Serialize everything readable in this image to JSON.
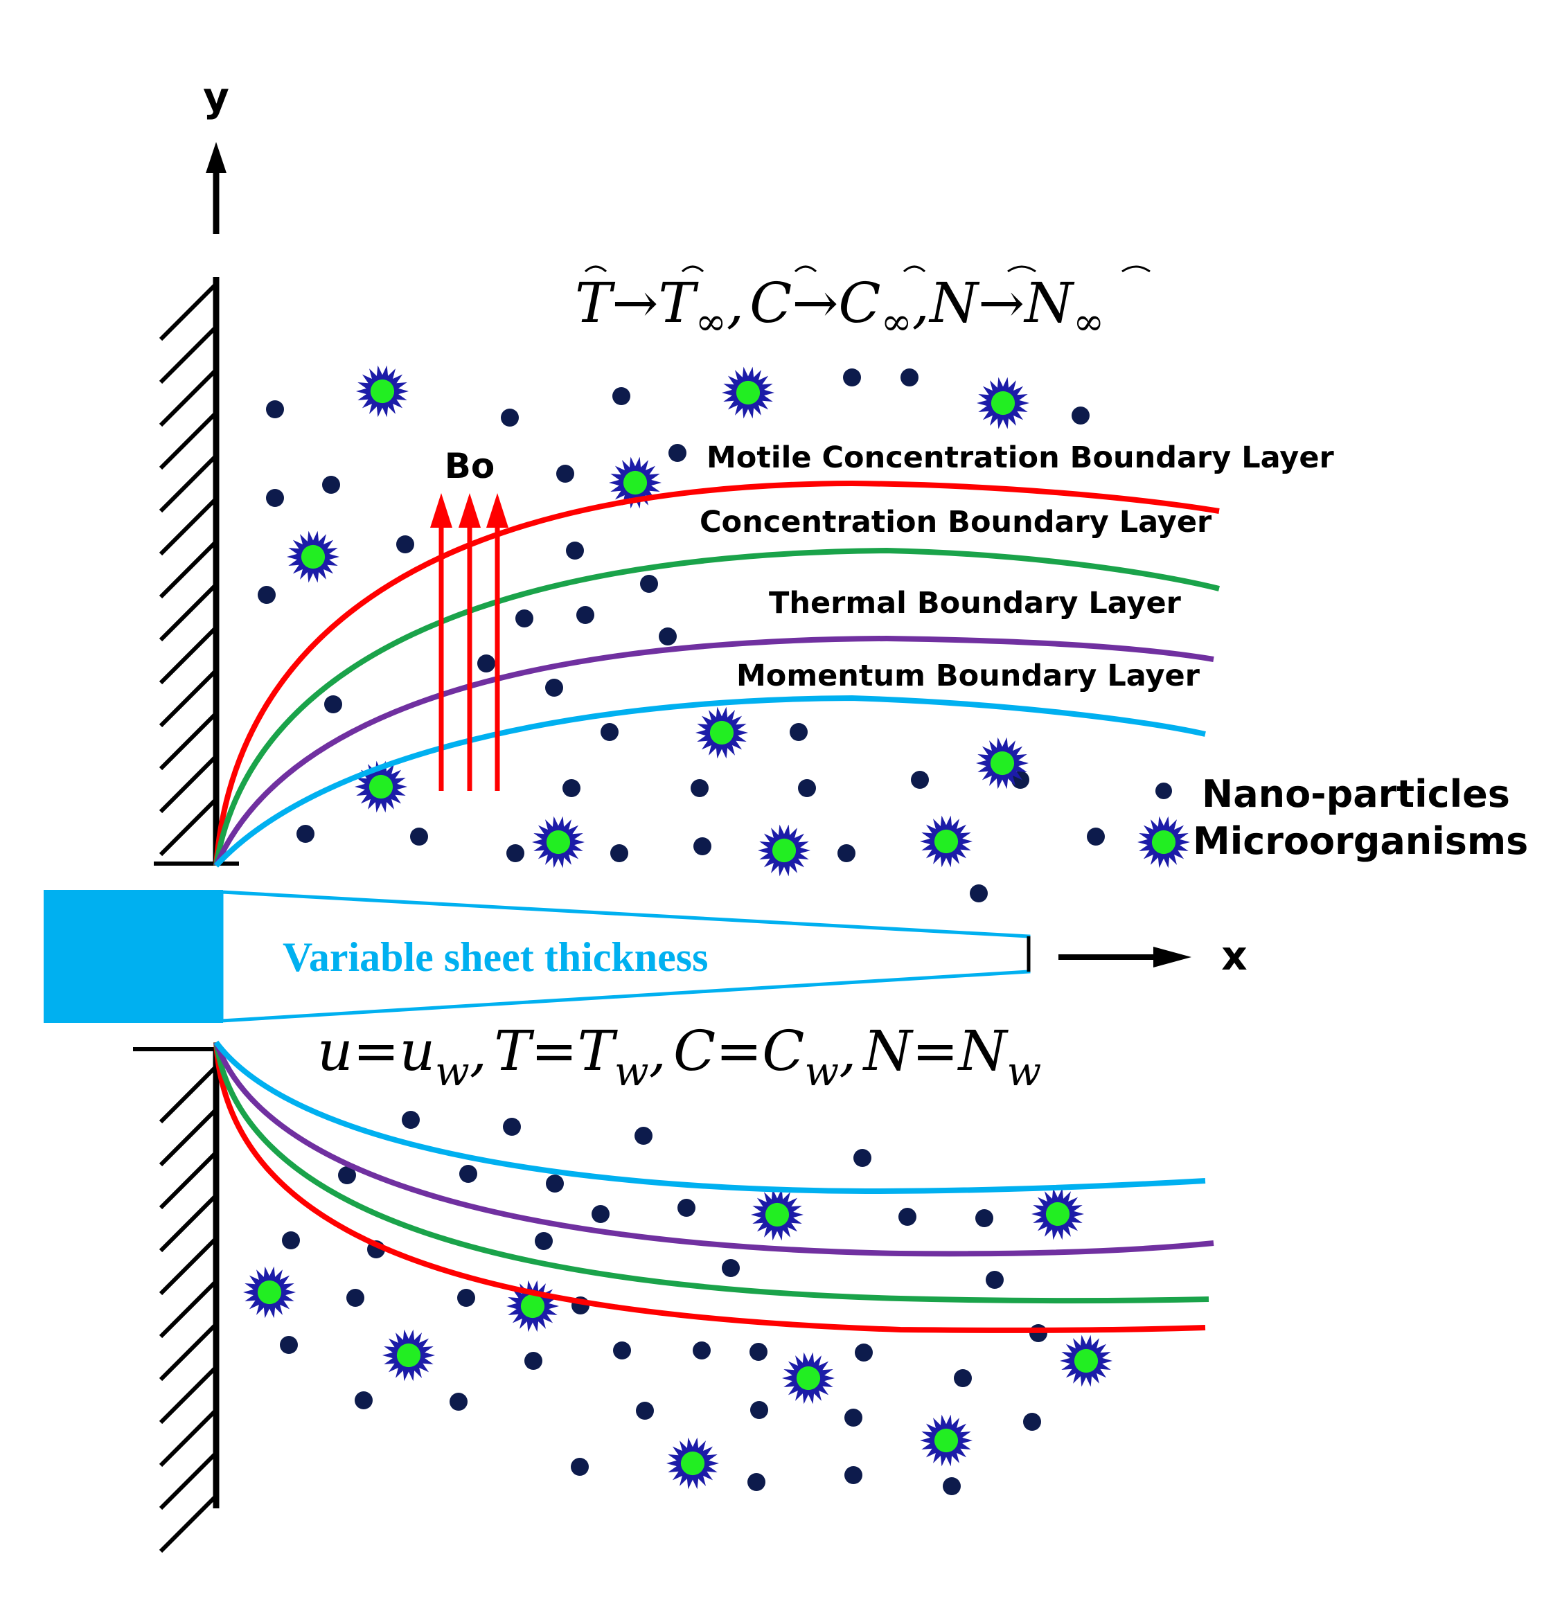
{
  "axes": {
    "y_label": "y",
    "x_label": "x"
  },
  "far_field": {
    "T": "T",
    "T_inf": "T",
    "C": "C",
    "C_inf": "C",
    "N": "N",
    "N_inf": "N",
    "sub_inf": "∞",
    "arrow": "→",
    "comma": ","
  },
  "wall_conditions": {
    "u": "u",
    "eq": "=",
    "uw": "u",
    "sub_w": "w",
    "T": "T",
    "Tw": "T",
    "C": "C",
    "Cw": "C",
    "N": "N",
    "Nw": "N",
    "comma": ","
  },
  "field": {
    "label": "Bo"
  },
  "layers": [
    {
      "label": "Motile Concentration Boundary Layer",
      "color": "#ff0000"
    },
    {
      "label": "Concentration Boundary Layer",
      "color": "#1aa34a"
    },
    {
      "label": "Thermal Boundary Layer",
      "color": "#7030a0"
    },
    {
      "label": "Momentum Boundary Layer",
      "color": "#00b0f0"
    }
  ],
  "sheet": {
    "label": "Variable sheet thickness",
    "color": "#00b0f0"
  },
  "legend": {
    "nano_label": "Nano-particles",
    "micro_label": "Microorganisms"
  },
  "colors": {
    "nano": "#0d1b4c",
    "micro_outer": "#1c1ca8",
    "micro_inner": "#22ee22",
    "wall": "#000000"
  }
}
